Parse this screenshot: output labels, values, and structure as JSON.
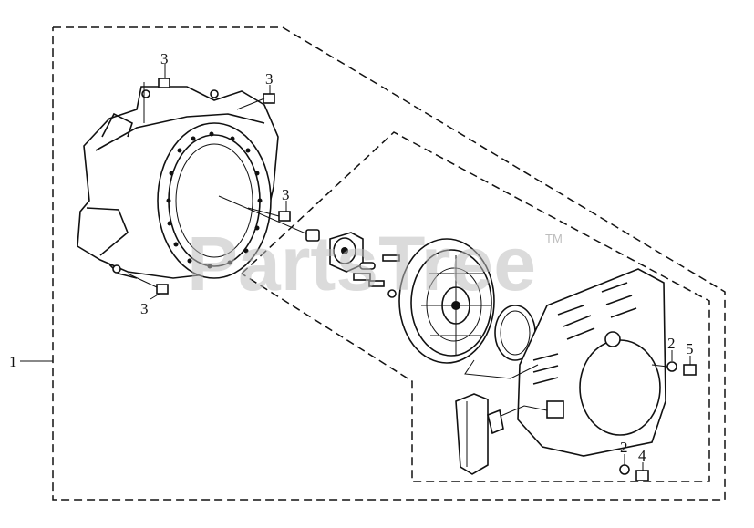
{
  "watermark": {
    "text": "PartsTree",
    "trademark": "TM"
  },
  "callouts": {
    "assembly": "1",
    "washer_upper": "2",
    "washer_lower": "2",
    "bolt_top_left": "3",
    "bolt_top_right": "3",
    "bolt_middle": "3",
    "bolt_bottom": "3",
    "bolt_lower_right": "4",
    "bolt_upper_right": "5"
  }
}
